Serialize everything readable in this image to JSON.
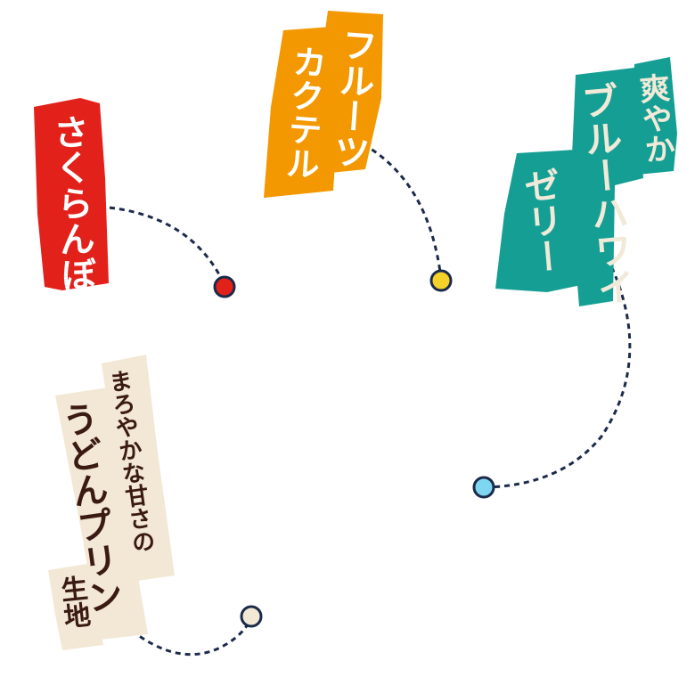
{
  "labels": {
    "sakuranbo": {
      "text": "さくらんぼ",
      "bg": "#e3211b",
      "fg": "#ffffff"
    },
    "fruit_cocktail": {
      "col1": "フルーツ",
      "col2": "カクテル",
      "bg": "#f39800",
      "fg": "#ffffff"
    },
    "blue_hawaii": {
      "col1": "爽やか",
      "col2": "ブルーハワイ",
      "col3": "ゼリー",
      "bg": "#159e94",
      "fg": "#f2ead8"
    },
    "udon_pudding": {
      "col1": "まろやかな甘さの",
      "col2": "うどんプリン",
      "col3": "生地",
      "bg": "#f2e8d5",
      "fg": "#3a1a12"
    }
  },
  "markers": {
    "red": "#e3211b",
    "yellow": "#f5d22a",
    "cyan": "#7fd6f0",
    "cream": "#f2e8d5",
    "outline": "#1c2a4a"
  },
  "line_color": "#1c2a4a"
}
